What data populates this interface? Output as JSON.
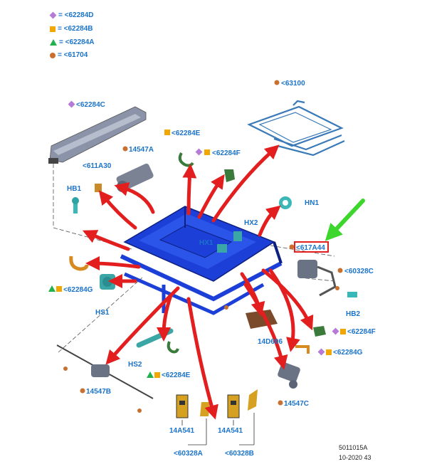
{
  "legend": [
    {
      "symbol": "diamond",
      "color": "#b57bd6",
      "text": "= <62284D"
    },
    {
      "symbol": "square",
      "color": "#f2a600",
      "text": "= <62284B"
    },
    {
      "symbol": "triangle",
      "color": "#22b14c",
      "text": "= <62284A"
    },
    {
      "symbol": "circle",
      "color": "#c87030",
      "text": "= <61704"
    }
  ],
  "labels": {
    "l_62284C": "<62284C",
    "l_63100": "<63100",
    "l_62284E_top": "<62284E",
    "l_14547A": "14547A",
    "l_611A30": "<611A30",
    "l_62284F_top": "<62284F",
    "l_HB1": "HB1",
    "l_HN1": "HN1",
    "l_HX2": "HX2",
    "l_HX1": "HX1",
    "l_617A44": "<617A44",
    "l_60328C": "<60328C",
    "l_62284G_left": "<62284G",
    "l_HS1": "HS1",
    "l_HB2": "HB2",
    "l_14D696": "14D696",
    "l_62284F_right": "<62284F",
    "l_62284G_right": "<62284G",
    "l_HS2": "HS2",
    "l_62284E_bottom": "<62284E",
    "l_14547B": "14547B",
    "l_14547C": "14547C",
    "l_14A541_left": "14A541",
    "l_14A541_right": "14A541",
    "l_60328A": "<60328A",
    "l_60328B": "<60328B"
  },
  "footer": {
    "code": "5011015A",
    "date": "10-2020 43"
  },
  "colors": {
    "label_blue": "#1a73c9",
    "arrow_red": "#e31e1e",
    "arrow_green": "#3cd62c",
    "frame_blue": "#1c3fd8",
    "highlight_box": "#e31e1e"
  },
  "highlighted_label": "<617A44"
}
